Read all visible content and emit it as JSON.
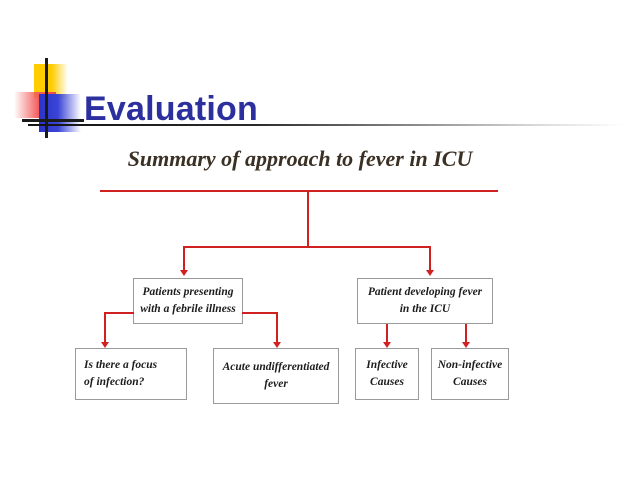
{
  "slide": {
    "title": "Evaluation",
    "accent_blue": "#2c2f9e",
    "accent_yellow": "#ffcc00",
    "accent_red": "#f25a5a",
    "connector_red": "#d02020"
  },
  "diagram": {
    "title": "Summary of approach to fever in ICU",
    "type": "flowchart",
    "nodes": [
      {
        "id": "n1",
        "label": "Patients presenting\nwith a febrile illness",
        "line1": "Patients presenting",
        "line2": "with a febrile illness",
        "level": 1
      },
      {
        "id": "n2",
        "label": "Patient developing fever\nin the ICU",
        "line1": "Patient developing fever",
        "line2": "in the ICU",
        "level": 1
      },
      {
        "id": "n3",
        "label": "Is there a focus\nof infection?",
        "line1": "Is there a focus",
        "line2": "of infection?",
        "level": 2,
        "parent": "n1"
      },
      {
        "id": "n4",
        "label": "Acute undifferentiated\nfever",
        "line1": "Acute undifferentiated",
        "line2": "fever",
        "level": 2,
        "parent": "n1"
      },
      {
        "id": "n5",
        "label": "Infective\nCauses",
        "line1": "Infective",
        "line2": "Causes",
        "level": 2,
        "parent": "n2"
      },
      {
        "id": "n6",
        "label": "Non-infective\nCauses",
        "line1": "Non-infective",
        "line2": "Causes",
        "level": 2,
        "parent": "n2"
      }
    ]
  }
}
